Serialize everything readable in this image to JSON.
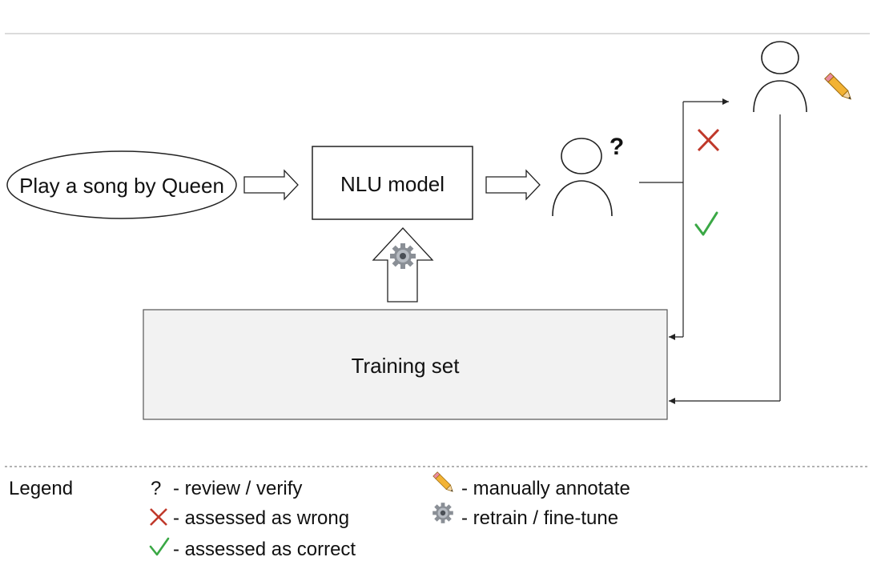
{
  "diagram": {
    "utterance": "Play a song by Queen",
    "model": "NLU model",
    "reviewer_mark": "?",
    "training_set": "Training set"
  },
  "legend": {
    "title": "Legend",
    "items": [
      {
        "icon": "question-mark",
        "symbol": "?",
        "label": "- review / verify"
      },
      {
        "icon": "cross-icon",
        "label": "- assessed as wrong"
      },
      {
        "icon": "check-icon",
        "label": "- assessed as correct"
      },
      {
        "icon": "pencil-icon",
        "label": "- manually annotate"
      },
      {
        "icon": "gear-icon",
        "label": "- retrain / fine-tune"
      }
    ]
  },
  "colors": {
    "cross": "#c0392b",
    "check": "#3aa845",
    "training_fill": "#f2f2f2",
    "line": "#222222"
  }
}
